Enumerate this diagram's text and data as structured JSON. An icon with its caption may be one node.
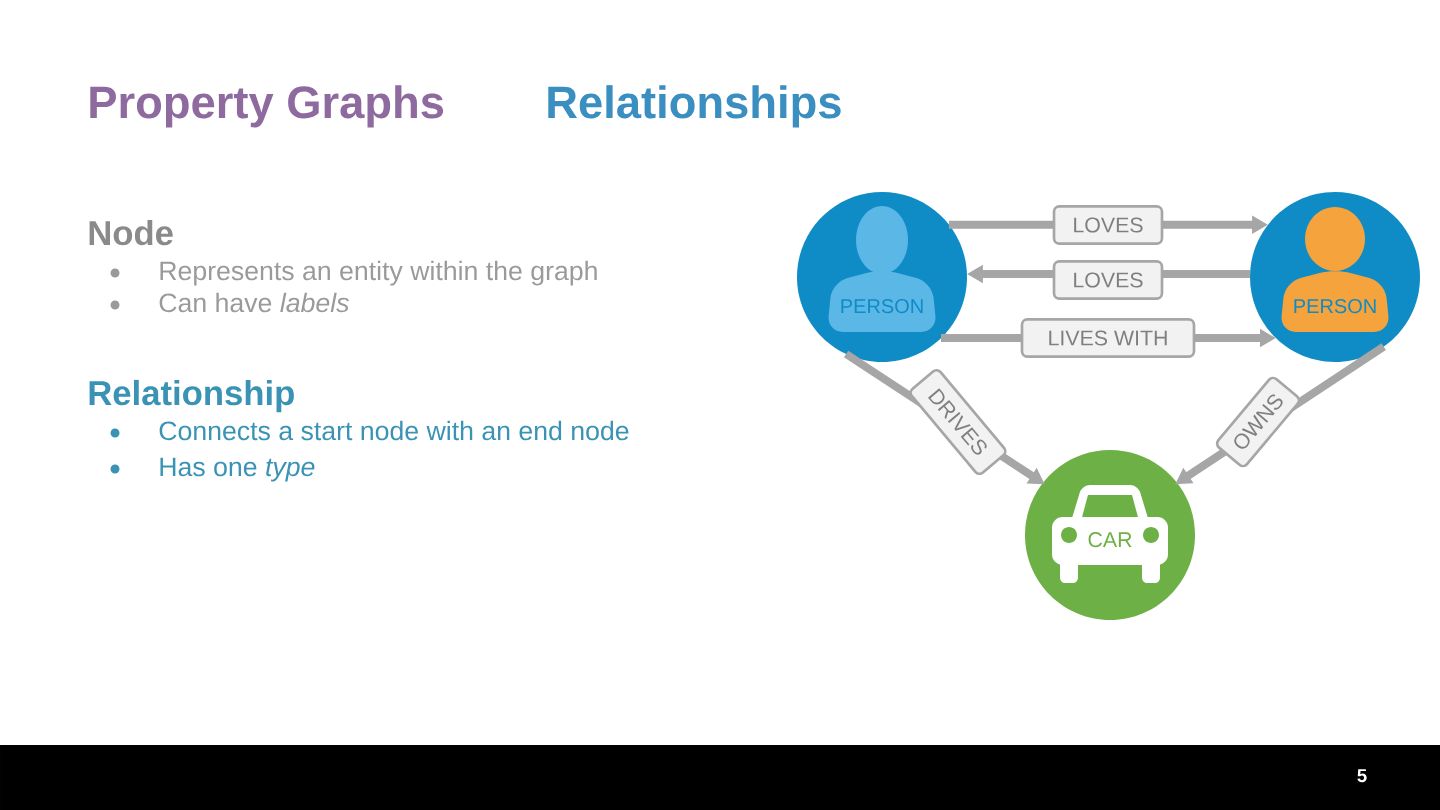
{
  "diagram": {
    "title": "Property Graphs",
    "nodes": [
      {
        "text": [
          "PERSON"
        ]
      },
      {
        "text": [
          "PERSON"
        ]
      },
      {
        "text": [
          "CAR"
        ]
      }
    ],
    "edges": [
      {
        "from": 0,
        "to": 1,
        "arrow": "to",
        "label": "LOVES"
      },
      {
        "from": 1,
        "to": 0,
        "arrow": "to",
        "label": "LOVES"
      },
      {
        "from": 0,
        "to": 1,
        "arrow": "to",
        "label": "LIVES WITH"
      },
      {
        "from": 0,
        "to": 2,
        "arrow": "to",
        "label": "DRIVES"
      },
      {
        "from": 1,
        "to": 2,
        "arrow": "to",
        "label": "OWNS"
      }
    ],
    "labels": [
      "Relationships",
      "Node",
      "Represents an entity within the graph",
      "Can have *labels*",
      "Relationship",
      "Connects a start node with an end node",
      "Has one *type*",
      "5"
    ]
  }
}
